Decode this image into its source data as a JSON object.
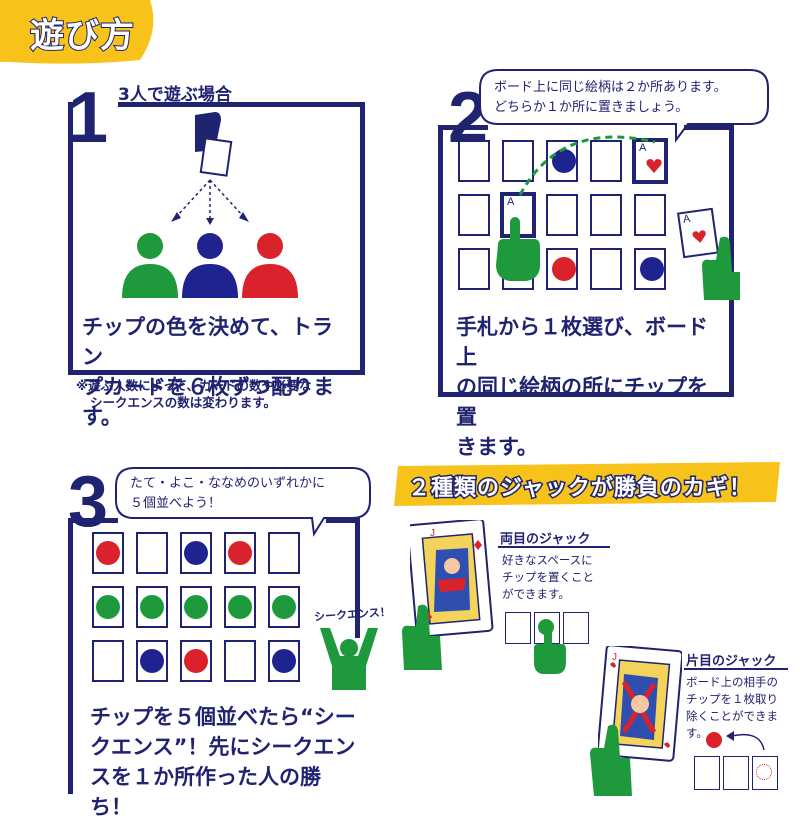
{
  "header": {
    "title": "遊び方"
  },
  "step1": {
    "number": "1",
    "heading": "3人で遊ぶ場合",
    "text_lines": [
      "チップの色を決めて、トラン",
      "プカードを６枚ずつ配ります。"
    ],
    "note_lines": [
      "※遊ぶ人数によって、カードの数や必要な",
      "シークエンスの数は変わります。"
    ]
  },
  "step2": {
    "number": "2",
    "bubble_lines": [
      "ボード上に同じ絵柄は２か所あります。",
      "どちらか１か所に置きましょう。"
    ],
    "text_lines": [
      "手札から１枚選び、ボード上",
      "の同じ絵柄の所にチップを置",
      "きます。"
    ],
    "card_rank": "A"
  },
  "step3": {
    "number": "3",
    "bubble_lines": [
      "たて・よこ・ななめのいずれかに",
      "５個並べよう！"
    ],
    "shout": "シークエンス！",
    "text_lines": [
      "チップを５個並べたら“シー",
      "クエンス”！先にシークエン",
      "スを１か所作った人の勝ち！"
    ]
  },
  "jacks": {
    "title": "２種類のジャックが勝負のカギ！",
    "two_eyed": {
      "title": "両目のジャック",
      "desc_lines": [
        "好きなスペースに",
        "チップを置くこと",
        "ができます。"
      ]
    },
    "one_eyed": {
      "title": "片目のジャック",
      "desc_lines": [
        "ボード上の相手の",
        "チップを１枚取り",
        "除くことができます。"
      ]
    },
    "card_rank": "J"
  },
  "colors": {
    "navy": "#1f2370",
    "green": "#1e9a3c",
    "red": "#d9222b",
    "blue": "#1f2390",
    "yellow": "#f7c21a"
  },
  "icons": [
    "hand-holding-card-icon",
    "person-icon",
    "pointing-hand-icon",
    "cheering-person-icon",
    "heart-icon",
    "diamond-icon",
    "jack-card-icon"
  ]
}
